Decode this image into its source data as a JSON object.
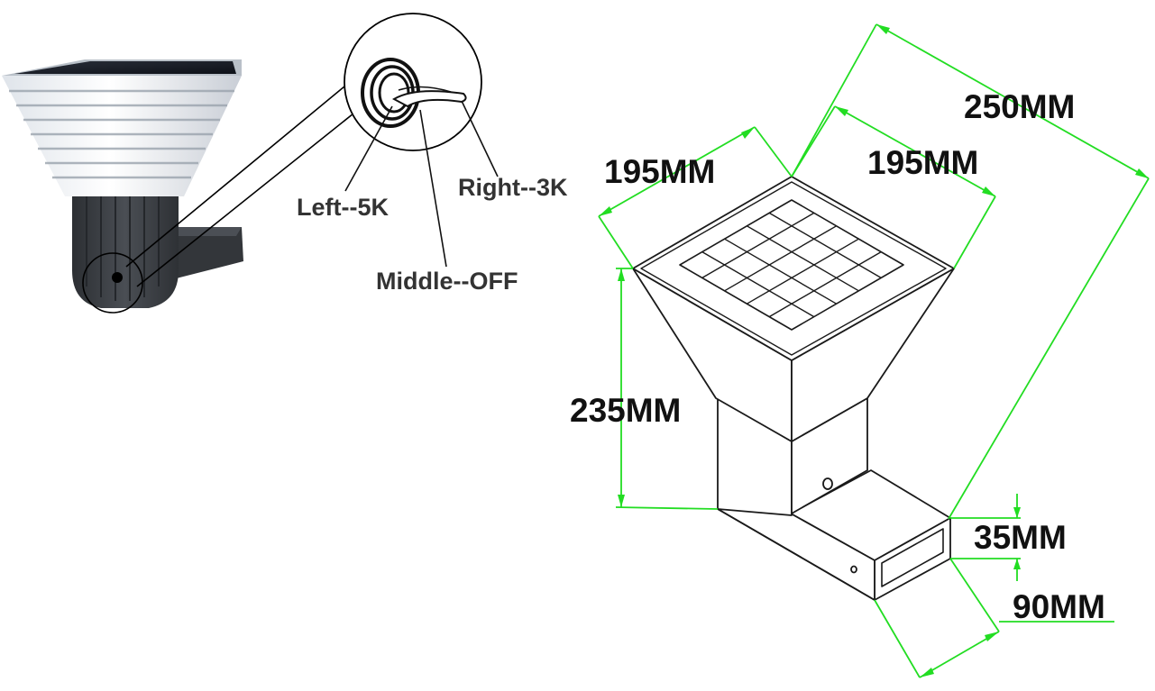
{
  "switch_labels": {
    "left": "Left--5K",
    "middle": "Middle--OFF",
    "right": "Right--3K"
  },
  "dimensions": {
    "top_width_a": "195MM",
    "top_width_b": "195MM",
    "overall_length": "250MM",
    "height": "235MM",
    "bracket_height": "35MM",
    "bracket_width": "90MM"
  },
  "colors": {
    "dimension_line": "#22dd22",
    "outline": "#1a1a1a",
    "lamp_body": "#3a3d42",
    "lamp_shade": "#e8ebf0"
  }
}
